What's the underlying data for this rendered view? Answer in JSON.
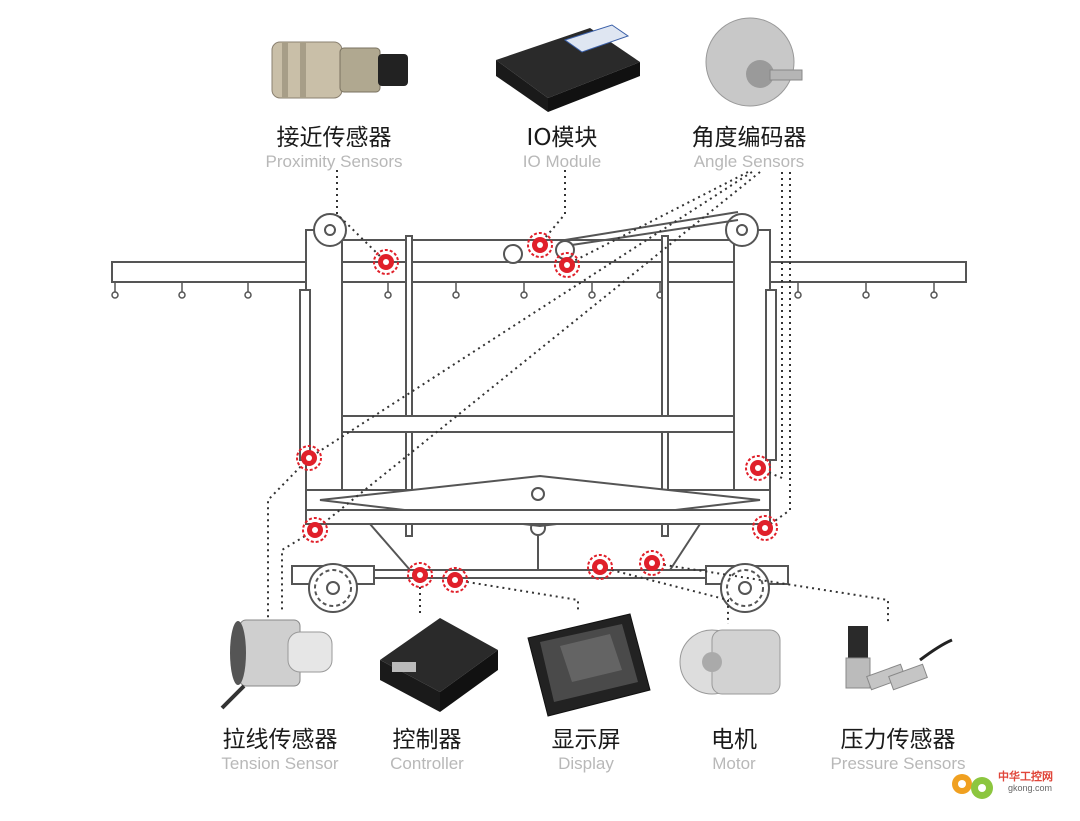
{
  "components": {
    "proximity": {
      "cn": "接近传感器",
      "en": "Proximity Sensors"
    },
    "io": {
      "cn": "IO模块",
      "en": "IO Module"
    },
    "angle": {
      "cn": "角度编码器",
      "en": "Angle Sensors"
    },
    "tension": {
      "cn": "拉线传感器",
      "en": "Tension Sensor"
    },
    "controller": {
      "cn": "控制器",
      "en": "Controller"
    },
    "display": {
      "cn": "显示屏",
      "en": "Display"
    },
    "motor": {
      "cn": "电机",
      "en": "Motor"
    },
    "pressure": {
      "cn": "压力传感器",
      "en": "Pressure Sensors"
    }
  },
  "watermark": {
    "brand": "中华工控网",
    "site": "gkong.com"
  },
  "colors": {
    "marker": "#e0202a",
    "frame": "#555555",
    "leader": "#333333"
  }
}
